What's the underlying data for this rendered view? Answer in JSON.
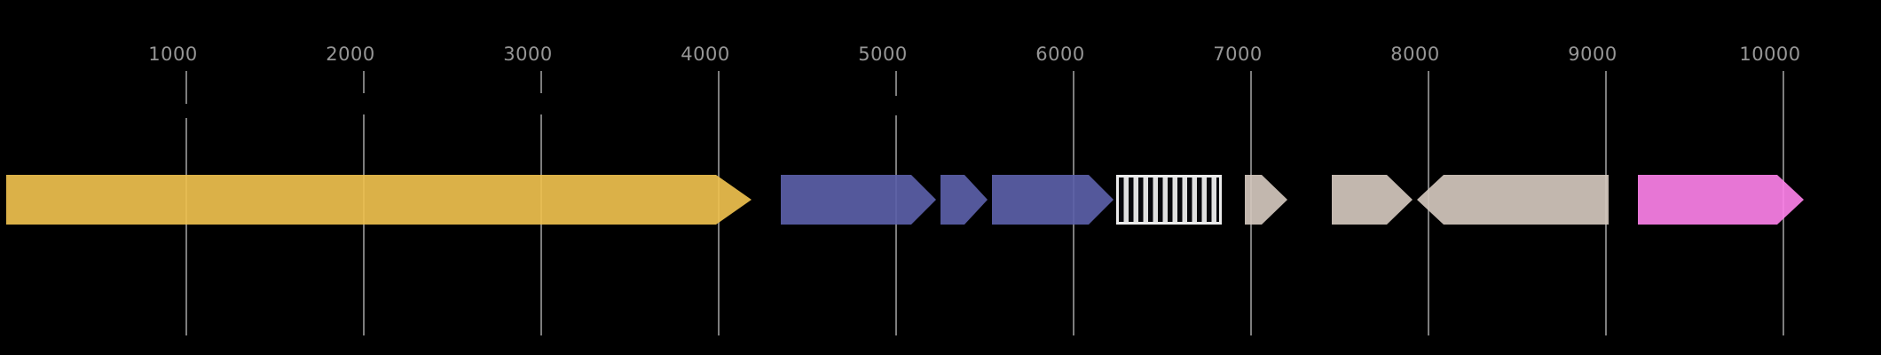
{
  "chart_data": {
    "type": "gene-feature-arrow-map",
    "title": "",
    "xlabel": "",
    "ylabel": "",
    "background_color": "#000000",
    "x_axis": {
      "range": [
        0,
        10550
      ],
      "grid": true,
      "gridline_color": "#7d7d7d",
      "tick_label_color": "#969696",
      "ticks": [
        {
          "value": 1000,
          "label": "1000"
        },
        {
          "value": 2000,
          "label": "2000"
        },
        {
          "value": 3000,
          "label": "3000"
        },
        {
          "value": 4000,
          "label": "4000"
        },
        {
          "value": 5000,
          "label": "5000"
        },
        {
          "value": 6000,
          "label": "6000"
        },
        {
          "value": 7000,
          "label": "7000"
        },
        {
          "value": 8000,
          "label": "8000"
        },
        {
          "value": 9000,
          "label": "9000"
        },
        {
          "value": 10000,
          "label": "10000"
        }
      ]
    },
    "features": [
      {
        "id": "feature-1",
        "start": 0,
        "end": 4185,
        "strand": "+",
        "color": "#eec04e",
        "fill": "solid"
      },
      {
        "id": "feature-2",
        "start": 4350,
        "end": 5225,
        "strand": "+",
        "color": "#5b5fa8",
        "fill": "solid"
      },
      {
        "id": "feature-3",
        "start": 5250,
        "end": 5515,
        "strand": "+",
        "color": "#5b5fa8",
        "fill": "solid"
      },
      {
        "id": "feature-4",
        "start": 5540,
        "end": 6225,
        "strand": "+",
        "color": "#5b5fa8",
        "fill": "solid"
      },
      {
        "id": "feature-5",
        "start": 6240,
        "end": 6835,
        "strand": "none",
        "color": "#ffffff",
        "fill": "vertical-black-white-stripes"
      },
      {
        "id": "feature-6",
        "start": 6965,
        "end": 7205,
        "strand": "+",
        "color": "#d3c7bd",
        "fill": "solid"
      },
      {
        "id": "feature-7",
        "start": 7455,
        "end": 7910,
        "strand": "+",
        "color": "#d3c7bd",
        "fill": "solid"
      },
      {
        "id": "feature-8",
        "start": 7935,
        "end": 9015,
        "strand": "-",
        "color": "#d3c7bd",
        "fill": "solid"
      },
      {
        "id": "feature-9",
        "start": 9180,
        "end": 10115,
        "strand": "+",
        "color": "#fb80e7",
        "fill": "solid"
      }
    ]
  }
}
